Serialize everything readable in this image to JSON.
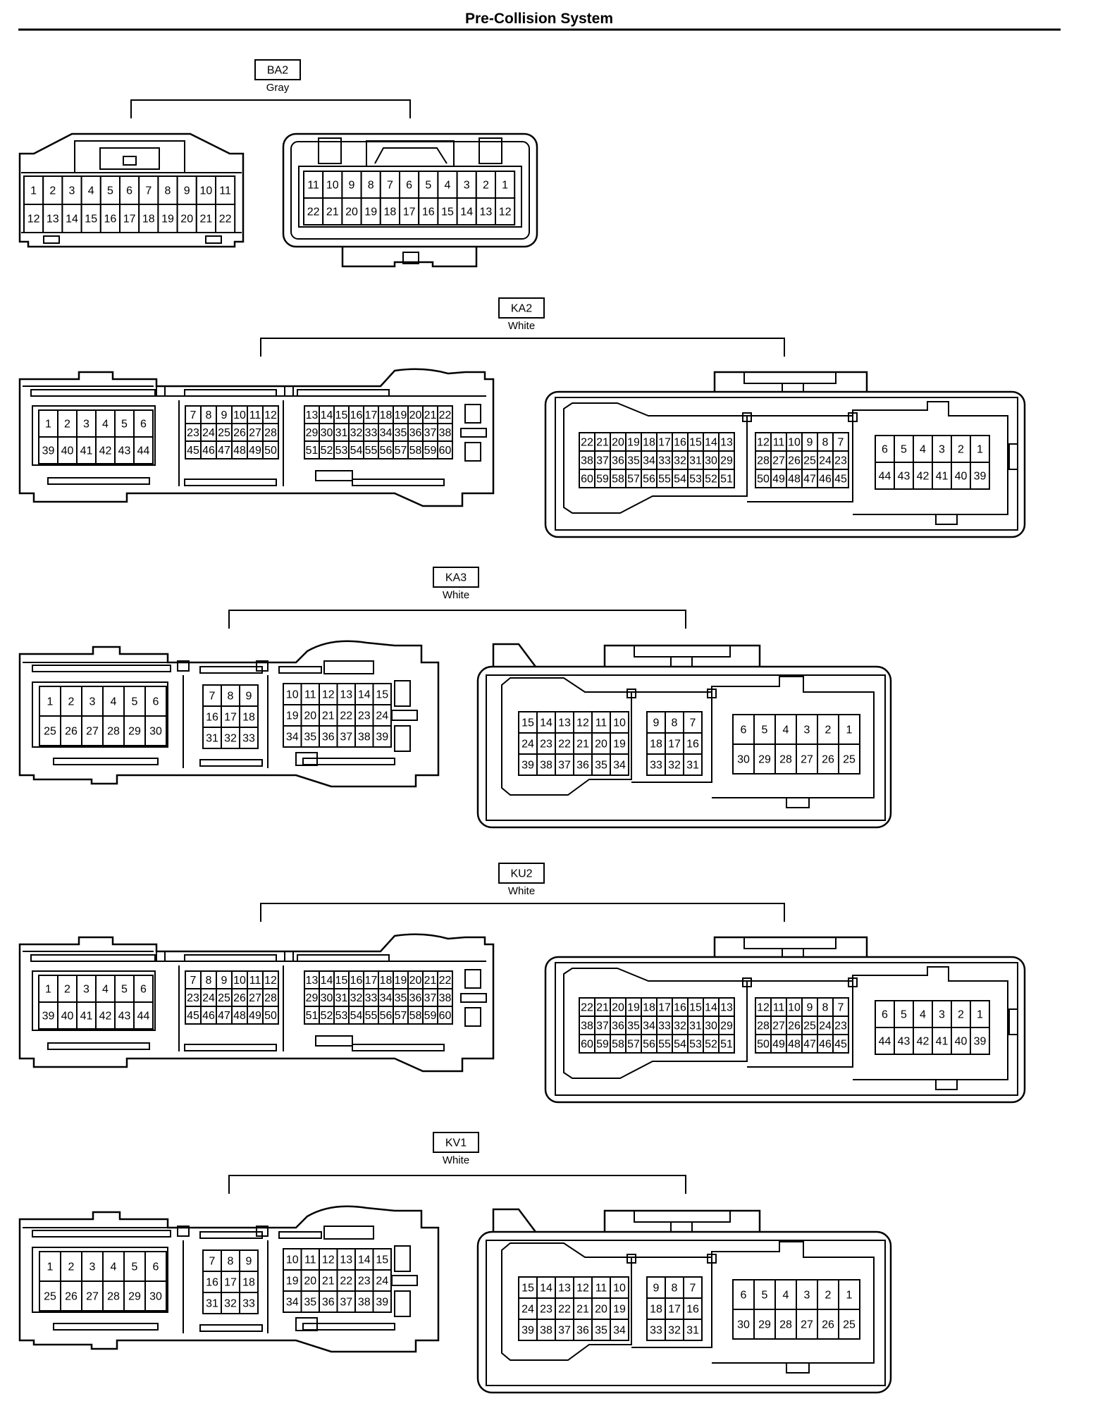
{
  "page_title": "Pre-Collision System",
  "connectors": [
    {
      "code": "BA2",
      "color": "Gray",
      "type": "ba",
      "left": {
        "blocks": [
          {
            "rows": [
              [
                1,
                2,
                3,
                4,
                5,
                6,
                7,
                8,
                9,
                10,
                11
              ],
              [
                12,
                13,
                14,
                15,
                16,
                17,
                18,
                19,
                20,
                21,
                22
              ]
            ]
          }
        ]
      },
      "right": {
        "blocks": [
          {
            "rows": [
              [
                11,
                10,
                9,
                8,
                7,
                6,
                5,
                4,
                3,
                2,
                1
              ],
              [
                22,
                21,
                20,
                19,
                18,
                17,
                16,
                15,
                14,
                13,
                12
              ]
            ]
          }
        ]
      }
    },
    {
      "code": "KA2",
      "color": "White",
      "type": "big",
      "left": {
        "blocks": [
          {
            "rows": [
              [
                1,
                2,
                3,
                4,
                5,
                6
              ],
              [
                39,
                40,
                41,
                42,
                43,
                44
              ]
            ]
          },
          {
            "rows": [
              [
                7,
                8,
                9,
                10,
                11,
                12
              ],
              [
                23,
                24,
                25,
                26,
                27,
                28
              ],
              [
                45,
                46,
                47,
                48,
                49,
                50
              ]
            ]
          },
          {
            "rows": [
              [
                13,
                14,
                15,
                16,
                17,
                18,
                19,
                20,
                21,
                22
              ],
              [
                29,
                30,
                31,
                32,
                33,
                34,
                35,
                36,
                37,
                38
              ],
              [
                51,
                52,
                53,
                54,
                55,
                56,
                57,
                58,
                59,
                60
              ]
            ]
          }
        ]
      },
      "right": {
        "blocks": [
          {
            "rows": [
              [
                22,
                21,
                20,
                19,
                18,
                17,
                16,
                15,
                14,
                13
              ],
              [
                38,
                37,
                36,
                35,
                34,
                33,
                32,
                31,
                30,
                29
              ],
              [
                60,
                59,
                58,
                57,
                56,
                55,
                54,
                53,
                52,
                51
              ]
            ]
          },
          {
            "rows": [
              [
                12,
                11,
                10,
                9,
                8,
                7
              ],
              [
                28,
                27,
                26,
                25,
                24,
                23
              ],
              [
                50,
                49,
                48,
                47,
                46,
                45
              ]
            ]
          },
          {
            "rows": [
              [
                6,
                5,
                4,
                3,
                2,
                1
              ],
              [
                44,
                43,
                42,
                41,
                40,
                39
              ]
            ]
          }
        ]
      }
    },
    {
      "code": "KA3",
      "color": "White",
      "type": "small",
      "left": {
        "blocks": [
          {
            "rows": [
              [
                1,
                2,
                3,
                4,
                5,
                6
              ],
              [
                25,
                26,
                27,
                28,
                29,
                30
              ]
            ]
          },
          {
            "rows": [
              [
                7,
                8,
                9
              ],
              [
                16,
                17,
                18
              ],
              [
                31,
                32,
                33
              ]
            ]
          },
          {
            "rows": [
              [
                10,
                11,
                12,
                13,
                14,
                15
              ],
              [
                19,
                20,
                21,
                22,
                23,
                24
              ],
              [
                34,
                35,
                36,
                37,
                38,
                39
              ]
            ]
          }
        ]
      },
      "right": {
        "blocks": [
          {
            "rows": [
              [
                15,
                14,
                13,
                12,
                11,
                10
              ],
              [
                24,
                23,
                22,
                21,
                20,
                19
              ],
              [
                39,
                38,
                37,
                36,
                35,
                34
              ]
            ]
          },
          {
            "rows": [
              [
                9,
                8,
                7
              ],
              [
                18,
                17,
                16
              ],
              [
                33,
                32,
                31
              ]
            ]
          },
          {
            "rows": [
              [
                6,
                5,
                4,
                3,
                2,
                1
              ],
              [
                30,
                29,
                28,
                27,
                26,
                25
              ]
            ]
          }
        ]
      }
    },
    {
      "code": "KU2",
      "color": "White",
      "type": "big",
      "left": {
        "blocks": [
          {
            "rows": [
              [
                1,
                2,
                3,
                4,
                5,
                6
              ],
              [
                39,
                40,
                41,
                42,
                43,
                44
              ]
            ]
          },
          {
            "rows": [
              [
                7,
                8,
                9,
                10,
                11,
                12
              ],
              [
                23,
                24,
                25,
                26,
                27,
                28
              ],
              [
                45,
                46,
                47,
                48,
                49,
                50
              ]
            ]
          },
          {
            "rows": [
              [
                13,
                14,
                15,
                16,
                17,
                18,
                19,
                20,
                21,
                22
              ],
              [
                29,
                30,
                31,
                32,
                33,
                34,
                35,
                36,
                37,
                38
              ],
              [
                51,
                52,
                53,
                54,
                55,
                56,
                57,
                58,
                59,
                60
              ]
            ]
          }
        ]
      },
      "right": {
        "blocks": [
          {
            "rows": [
              [
                22,
                21,
                20,
                19,
                18,
                17,
                16,
                15,
                14,
                13
              ],
              [
                38,
                37,
                36,
                35,
                34,
                33,
                32,
                31,
                30,
                29
              ],
              [
                60,
                59,
                58,
                57,
                56,
                55,
                54,
                53,
                52,
                51
              ]
            ]
          },
          {
            "rows": [
              [
                12,
                11,
                10,
                9,
                8,
                7
              ],
              [
                28,
                27,
                26,
                25,
                24,
                23
              ],
              [
                50,
                49,
                48,
                47,
                46,
                45
              ]
            ]
          },
          {
            "rows": [
              [
                6,
                5,
                4,
                3,
                2,
                1
              ],
              [
                44,
                43,
                42,
                41,
                40,
                39
              ]
            ]
          }
        ]
      }
    },
    {
      "code": "KV1",
      "color": "White",
      "type": "small",
      "left": {
        "blocks": [
          {
            "rows": [
              [
                1,
                2,
                3,
                4,
                5,
                6
              ],
              [
                25,
                26,
                27,
                28,
                29,
                30
              ]
            ]
          },
          {
            "rows": [
              [
                7,
                8,
                9
              ],
              [
                16,
                17,
                18
              ],
              [
                31,
                32,
                33
              ]
            ]
          },
          {
            "rows": [
              [
                10,
                11,
                12,
                13,
                14,
                15
              ],
              [
                19,
                20,
                21,
                22,
                23,
                24
              ],
              [
                34,
                35,
                36,
                37,
                38,
                39
              ]
            ]
          }
        ]
      },
      "right": {
        "blocks": [
          {
            "rows": [
              [
                15,
                14,
                13,
                12,
                11,
                10
              ],
              [
                24,
                23,
                22,
                21,
                20,
                19
              ],
              [
                39,
                38,
                37,
                36,
                35,
                34
              ]
            ]
          },
          {
            "rows": [
              [
                9,
                8,
                7
              ],
              [
                18,
                17,
                16
              ],
              [
                33,
                32,
                31
              ]
            ]
          },
          {
            "rows": [
              [
                6,
                5,
                4,
                3,
                2,
                1
              ],
              [
                30,
                29,
                28,
                27,
                26,
                25
              ]
            ]
          }
        ]
      }
    }
  ]
}
